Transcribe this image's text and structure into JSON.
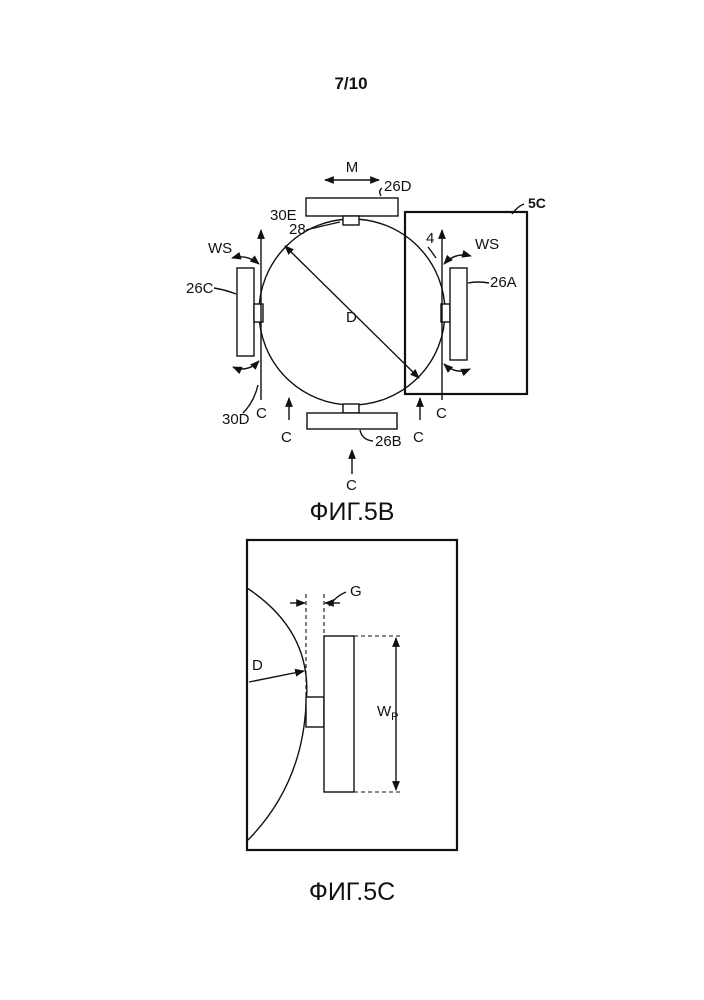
{
  "page": {
    "number": "7/10"
  },
  "fig5b": {
    "caption": "ФИГ.5B",
    "labels": {
      "m": "M",
      "p26d": "26D",
      "p26a": "26A",
      "p26b": "26B",
      "p26c": "26C",
      "p28": "28",
      "p30e": "30E",
      "p30d": "30D",
      "p4": "4",
      "d": "D",
      "ws_left": "WS",
      "ws_right": "WS",
      "detail_ref": "5C",
      "c1": "C",
      "c2": "C",
      "c3": "C",
      "c4": "C",
      "c5": "C"
    }
  },
  "fig5c": {
    "caption": "ФИГ.5C",
    "labels": {
      "g": "G",
      "d": "D",
      "wp_main": "W",
      "wp_sub": "P"
    }
  }
}
